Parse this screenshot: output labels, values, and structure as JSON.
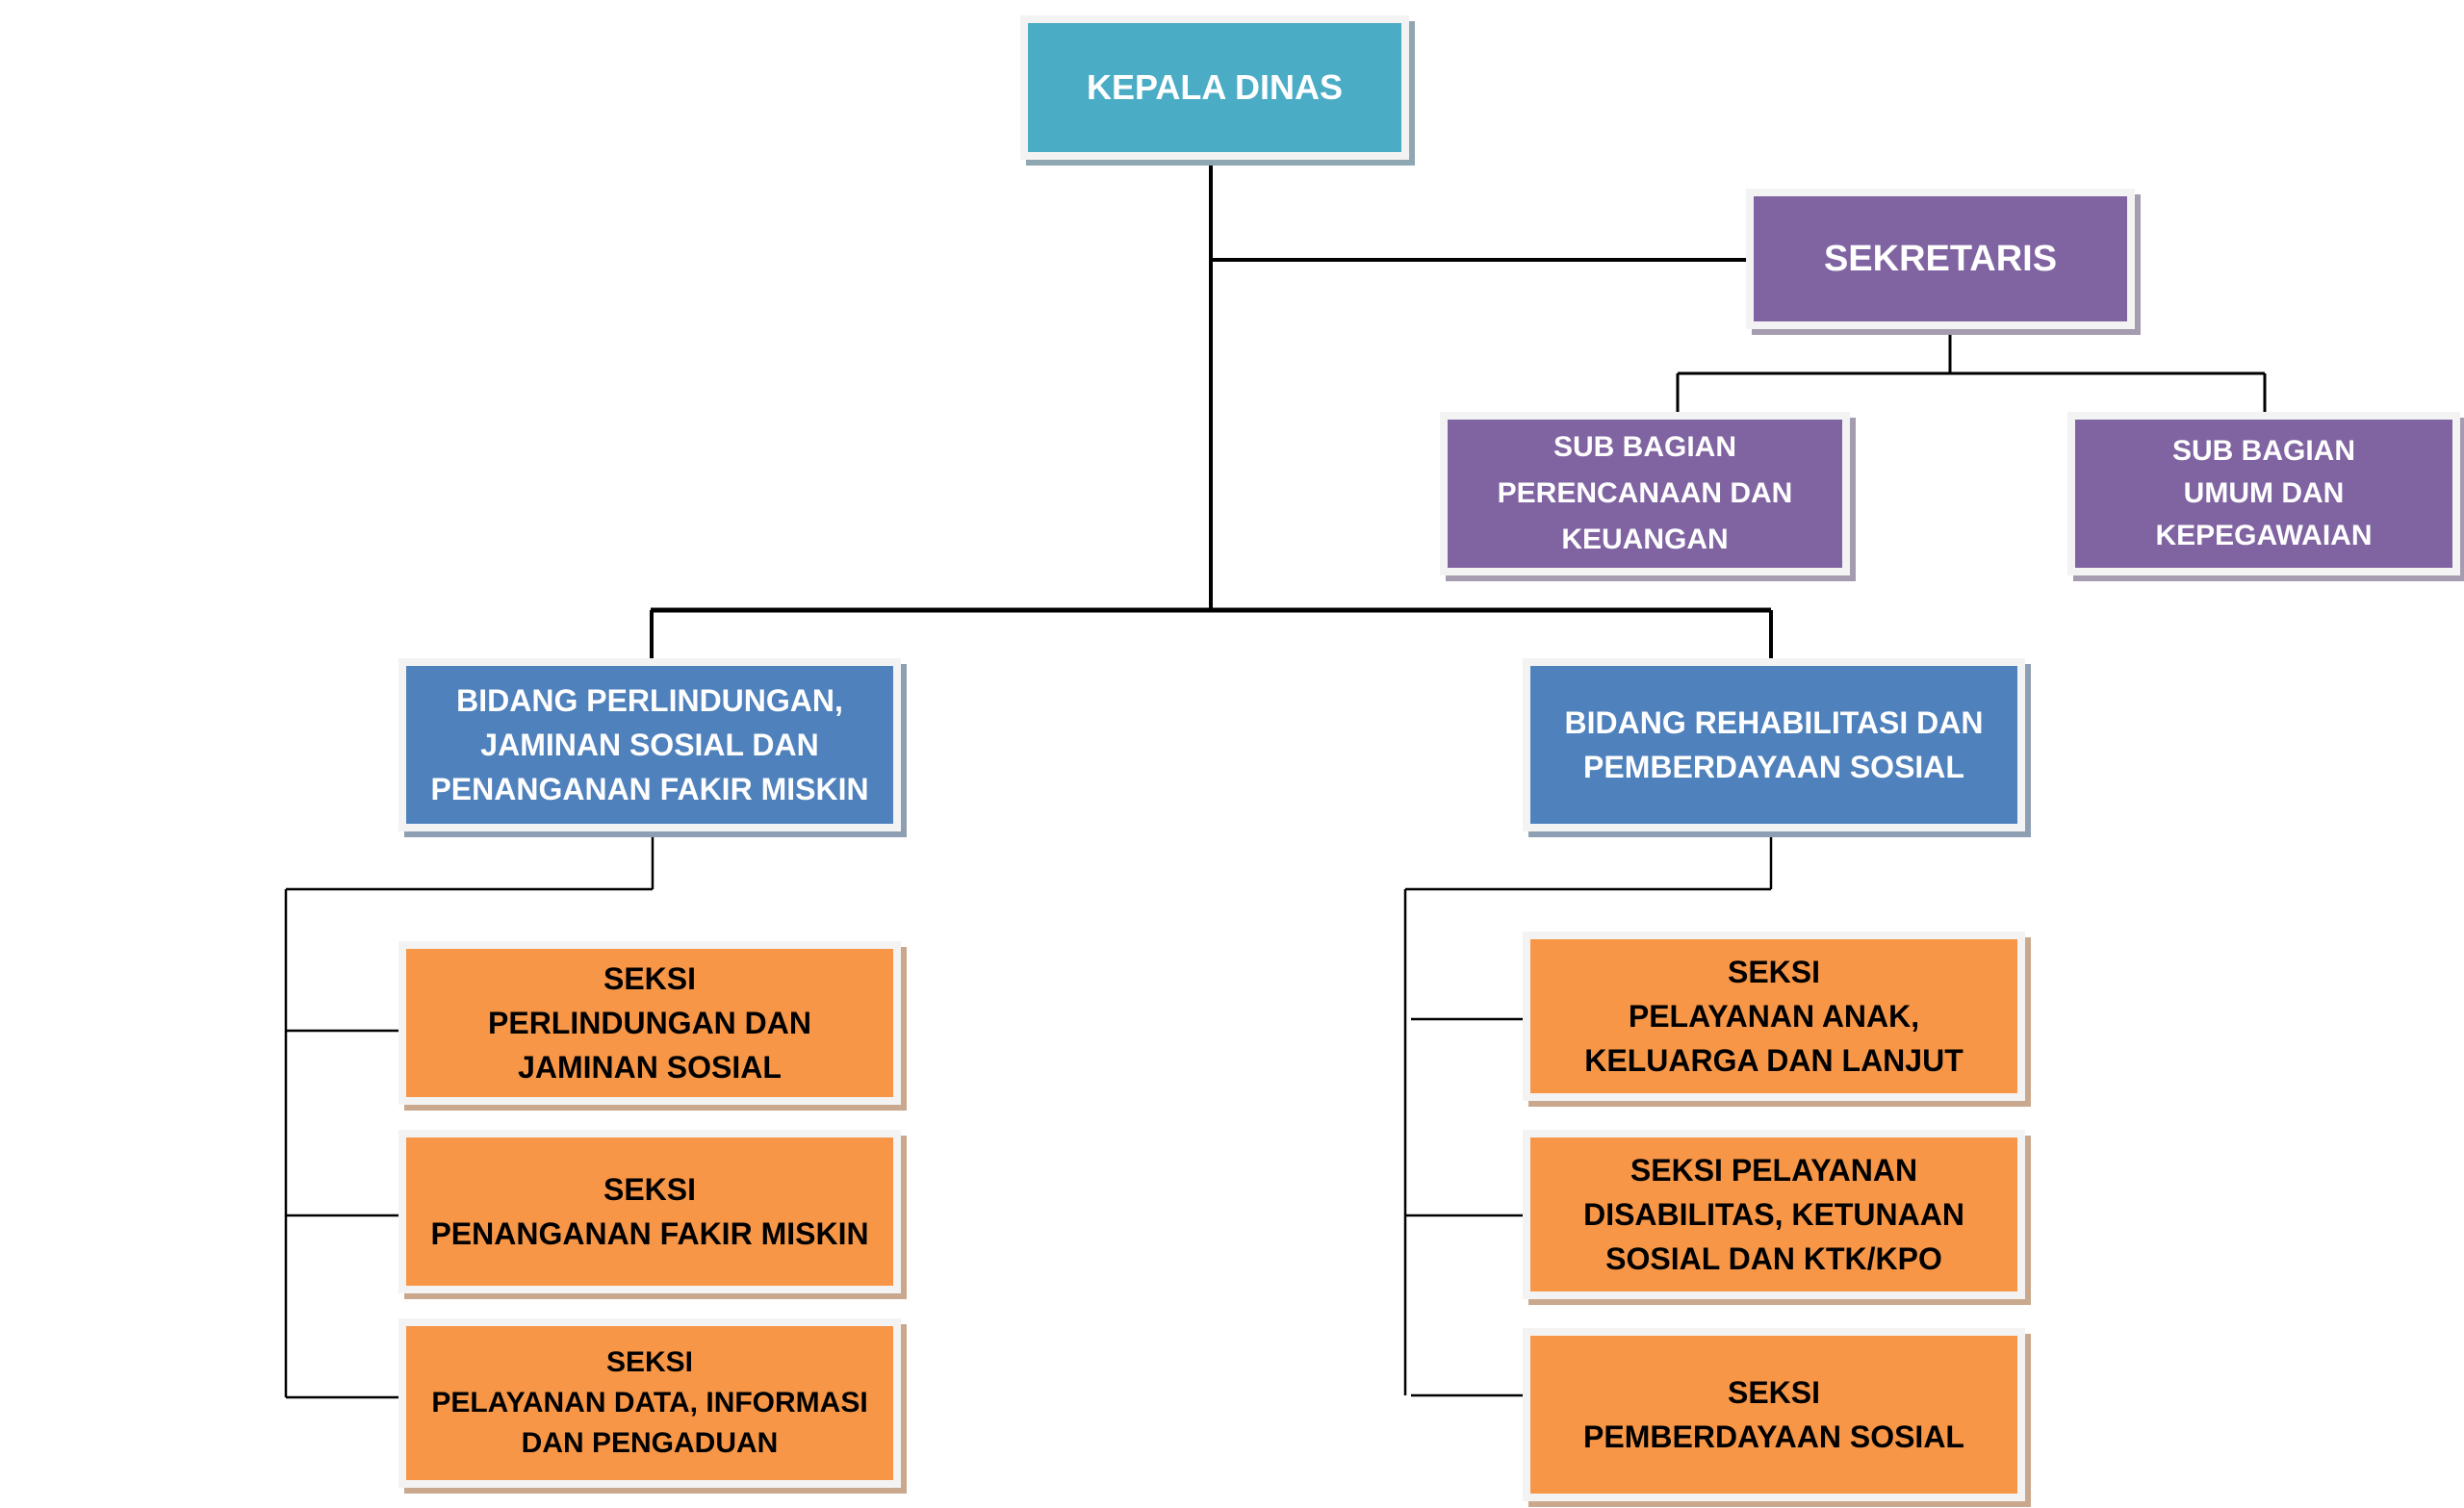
{
  "diagram": {
    "type": "organizational-chart",
    "colors": {
      "head": "#4bacc6",
      "secretariat": "#8064a2",
      "division": "#4f81bd",
      "section": "#f79646",
      "connector": "#000000"
    },
    "nodes": {
      "kepala_dinas": {
        "label": "KEPALA DINAS"
      },
      "sekretaris": {
        "label": "SEKRETARIS",
        "parent": "kepala_dinas"
      },
      "sub_perencanaan": {
        "label": "SUB BAGIAN\nPERENCANAAN DAN\nKEUANGAN",
        "parent": "sekretaris"
      },
      "sub_umum": {
        "label": "SUB BAGIAN\nUMUM DAN\nKEPEGAWAIAN",
        "parent": "sekretaris"
      },
      "bidang_perlindungan": {
        "label": "BIDANG PERLINDUNGAN,\nJAMINAN SOSIAL DAN\nPENANGANAN FAKIR MISKIN",
        "parent": "kepala_dinas"
      },
      "bidang_rehabilitasi": {
        "label": "BIDANG REHABILITASI DAN\nPEMBERDAYAAN SOSIAL",
        "parent": "kepala_dinas"
      },
      "seksi_perlindungan": {
        "label": "SEKSI\nPERLINDUNGAN DAN\nJAMINAN SOSIAL",
        "parent": "bidang_perlindungan"
      },
      "seksi_fakir": {
        "label": "SEKSI\nPENANGANAN FAKIR MISKIN",
        "parent": "bidang_perlindungan"
      },
      "seksi_data": {
        "label": "SEKSI\nPELAYANAN DATA, INFORMASI\nDAN PENGADUAN",
        "parent": "bidang_perlindungan"
      },
      "seksi_anak": {
        "label": "SEKSI\nPELAYANAN ANAK,\nKELUARGA DAN LANJUT",
        "parent": "bidang_rehabilitasi"
      },
      "seksi_disabilitas": {
        "label": "SEKSI PELAYANAN\nDISABILITAS, KETUNAAN\nSOSIAL DAN KTK/KPO",
        "parent": "bidang_rehabilitasi"
      },
      "seksi_pemberdayaan": {
        "label": "SEKSI\nPEMBERDAYAAN SOSIAL",
        "parent": "bidang_rehabilitasi"
      }
    }
  }
}
